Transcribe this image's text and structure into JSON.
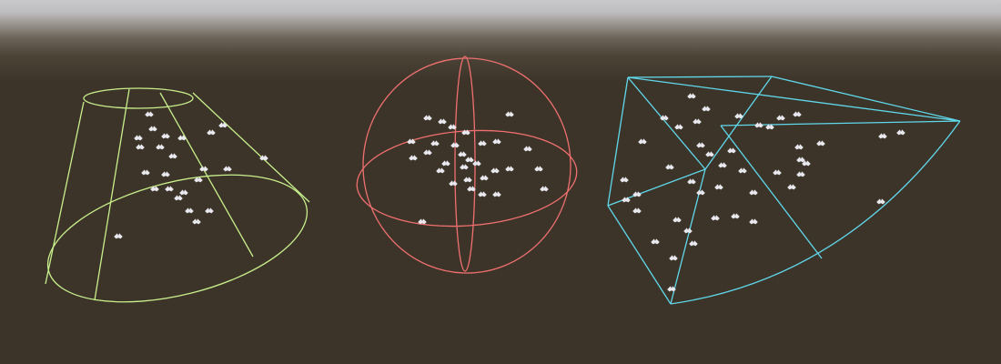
{
  "scene": {
    "background_colors": {
      "sky_top": "#c9c9cc",
      "ground": "#3d3429"
    },
    "emitter_shapes": [
      {
        "name": "cone",
        "wire_color": "#c8f08c"
      },
      {
        "name": "sphere",
        "wire_color": "#f07070"
      },
      {
        "name": "cone-wedge",
        "wire_color": "#5fd8ec"
      }
    ],
    "particle_color": "#e8e8ee",
    "particle_icon": "bird-particle-icon"
  }
}
